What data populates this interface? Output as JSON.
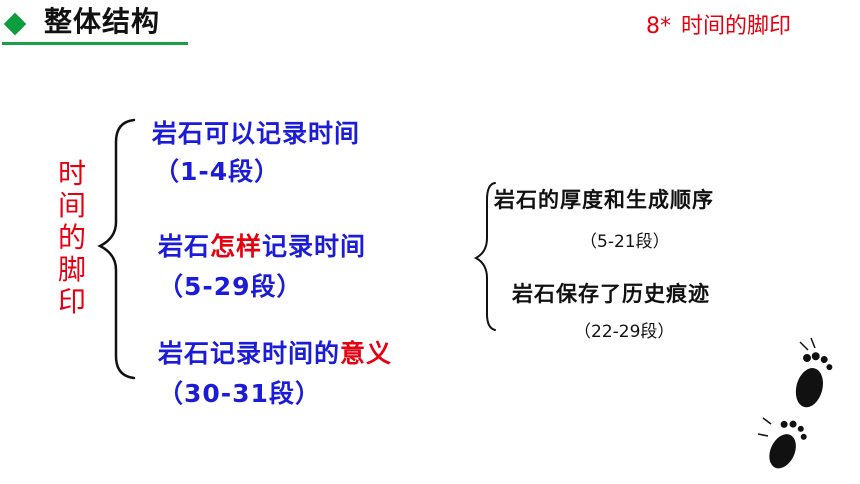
{
  "header": {
    "section_title": "整体结构",
    "lesson_number": "8*",
    "lesson_title": "时间的脚印"
  },
  "main_title_chars": [
    "时",
    "间",
    "的",
    "脚",
    "印"
  ],
  "branches": [
    {
      "pre": "岩石可以记录时间",
      "hl": "",
      "post": "",
      "range": "（1-4段）"
    },
    {
      "pre": "岩石",
      "hl": "怎样",
      "post": "记录时间",
      "range": "（5-29段）"
    },
    {
      "pre": "岩石记录时间的",
      "hl": "意义",
      "post": "",
      "range": "（30-31段）"
    }
  ],
  "sub_branches": [
    {
      "text": "岩石的厚度和生成顺序",
      "range": "（5-21段）"
    },
    {
      "text": "岩石保存了历史痕迹",
      "range": "（22-29段）"
    }
  ],
  "colors": {
    "accent_green": "#0f9e3f",
    "title_red": "#e60012",
    "text_blue": "#1b1bd8"
  },
  "icons": [
    "diamond-icon",
    "footprint-icon"
  ]
}
